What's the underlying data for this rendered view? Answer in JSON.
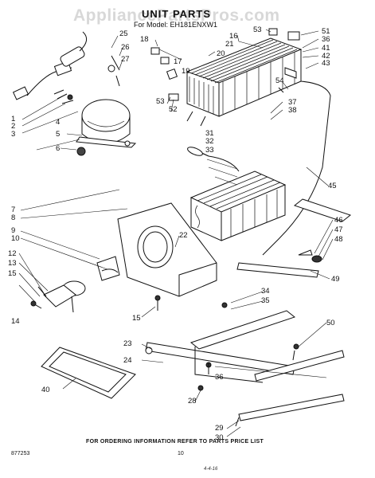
{
  "watermark": "AppliancePartsPros.com",
  "title": "UNIT PARTS",
  "model_line": "For Model: EH181ENXW1",
  "footer_note": "FOR ORDERING INFORMATION REFER TO PARTS PRICE LIST",
  "page_number": "10",
  "part_code": "877253",
  "date_stamp": "4-4-16",
  "callouts": [
    "1",
    "2",
    "3",
    "4",
    "5",
    "6",
    "7",
    "8",
    "9",
    "10",
    "12",
    "13",
    "14",
    "15",
    "16",
    "17",
    "18",
    "19",
    "20",
    "21",
    "22",
    "23",
    "24",
    "25",
    "26",
    "27",
    "28",
    "29",
    "30",
    "31",
    "32",
    "33",
    "34",
    "35",
    "36",
    "37",
    "38",
    "40",
    "41",
    "42",
    "43",
    "45",
    "46",
    "47",
    "48",
    "49",
    "50",
    "51",
    "52",
    "53",
    "54"
  ]
}
